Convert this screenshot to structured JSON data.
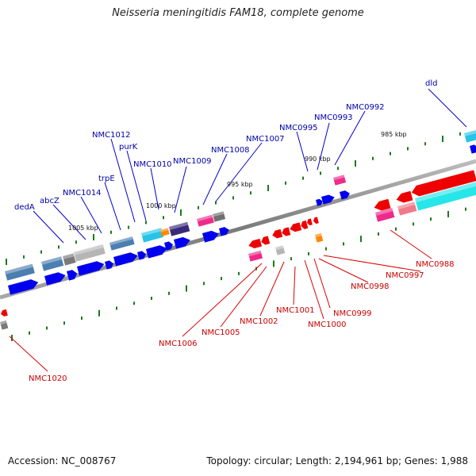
{
  "title": "Neisseria meningitidis FAM18, complete genome",
  "footer": {
    "accession": "Accession: NC_008767",
    "stats": "Topology: circular; Length: 2,194,961 bp; Genes: 1,988"
  },
  "ticks": [
    "1005 kbp",
    "1000 kbp",
    "995 kbp",
    "990 kbp",
    "985 kbp"
  ],
  "forward_labels": [
    "dedA",
    "abcZ",
    "NMC1014",
    "trpE",
    "NMC1012",
    "purK",
    "NMC1010",
    "NMC1009",
    "NMC1008",
    "NMC1007",
    "NMC0995",
    "NMC0993",
    "NMC0992",
    "dld"
  ],
  "reverse_labels": [
    "NMC1020",
    "NMC1006",
    "NMC1005",
    "NMC1002",
    "NMC1001",
    "NMC1000",
    "NMC0999",
    "NMC0998",
    "NMC0997",
    "NMC0988"
  ],
  "colors": {
    "forward_label": "#0000aa",
    "reverse_label": "#cc0000",
    "forward_gene": "#0000ee",
    "reverse_gene": "#ee0000",
    "backbone": "#808080",
    "tick": "#1a7a1a",
    "leader_forward": "#0000cc",
    "leader_reverse": "#dd0000"
  }
}
